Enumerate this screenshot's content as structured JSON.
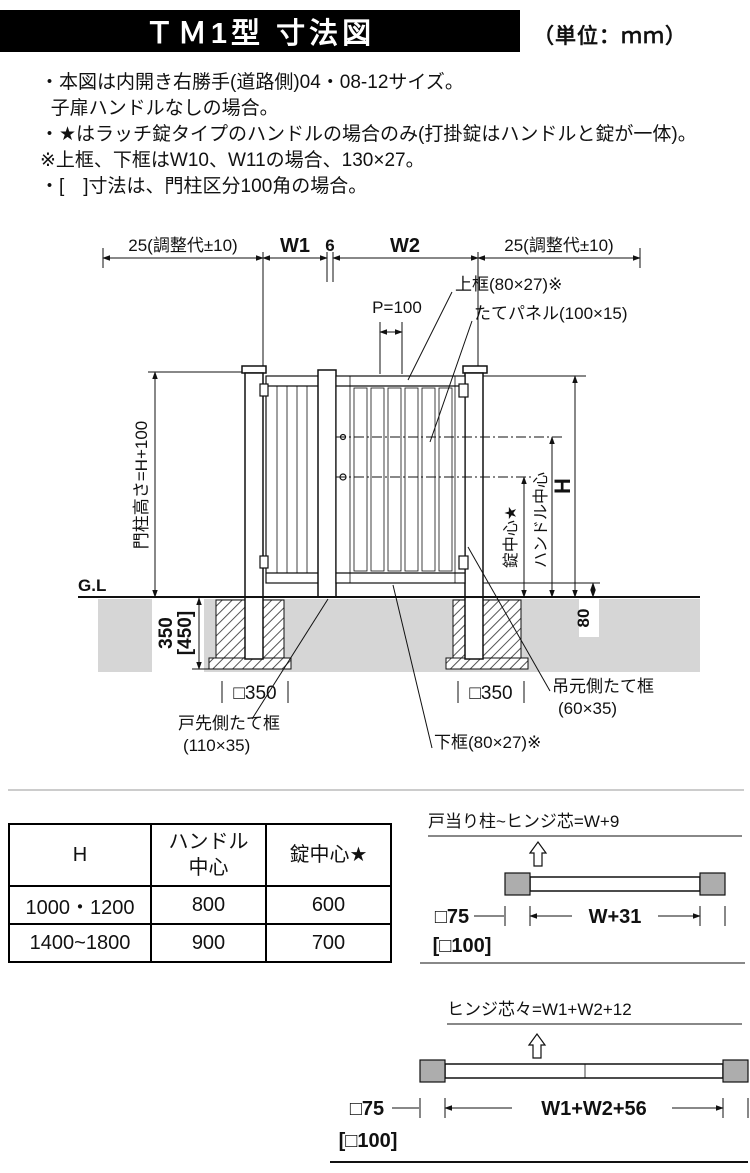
{
  "header": {
    "title": "ＴＭ1型 寸法図",
    "unit": "（単位：ｍｍ）"
  },
  "notes": [
    "・本図は内開き右勝手(道路側)04・08-12サイズ。",
    "  子扉ハンドルなしの場合。",
    "・★はラッチ錠タイプのハンドルの場合のみ(打掛錠はハンドルと錠が一体)。",
    "※上框、下框はW10、W11の場合、130×27。",
    "・[　]寸法は、門柱区分100角の場合。"
  ],
  "diagram": {
    "adj_left": "25(調整代±10)",
    "w1": "W1",
    "gap6": "6",
    "w2": "W2",
    "adj_right": "25(調整代±10)",
    "p100": "P=100",
    "top_rail": "上框(80×27)※",
    "panel": "たてパネル(100×15)",
    "post_height": "門柱高さ=H+100",
    "gl": "G.L",
    "d350": "350",
    "d450": "[450]",
    "d80": "80",
    "h": "H",
    "lock_center": "錠中心★",
    "handle_center": "ハンドル中心",
    "sq350_left": "□350",
    "sq350_right": "□350",
    "hinge_stile_1": "吊元側たて框",
    "hinge_stile_2": "(60×35)",
    "bottom_rail": "下框(80×27)※",
    "latch_stile_1": "戸先側たて框",
    "latch_stile_2": "(110×35)"
  },
  "table": {
    "col_h": "H",
    "col_handle_1": "ハンドル",
    "col_handle_2": "中心",
    "col_lock": "錠中心★",
    "rows": [
      [
        "1000・1200",
        "800",
        "600"
      ],
      [
        "1400~1800",
        "900",
        "700"
      ]
    ]
  },
  "lower": {
    "d1": {
      "label": "戸当り柱~ヒンジ芯=W+9",
      "sq75": "□75",
      "span": "W+31",
      "sq100": "[□100]"
    },
    "d2": {
      "label": "ヒンジ芯々=W1+W2+12",
      "sq75": "□75",
      "span": "W1+W2+56",
      "sq100": "[□100]"
    }
  }
}
